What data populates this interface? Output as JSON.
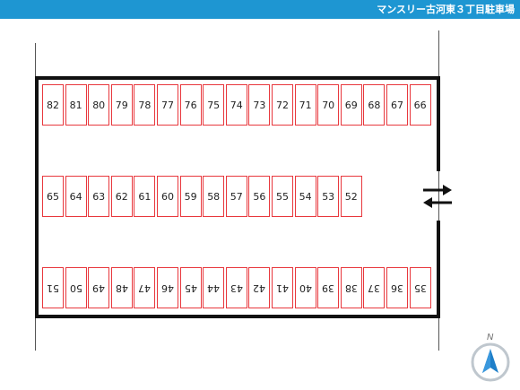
{
  "header": {
    "title": "マンスリー古河東３丁目駐車場"
  },
  "colors": {
    "header_bg": "#1e96d2",
    "stall_border": "#e8383d",
    "lot_border": "#111111"
  },
  "stalls": {
    "top_row": [
      "82",
      "81",
      "80",
      "79",
      "78",
      "77",
      "76",
      "75",
      "74",
      "73",
      "72",
      "71",
      "70",
      "69",
      "68",
      "67",
      "66"
    ],
    "middle_row": [
      "65",
      "64",
      "63",
      "62",
      "61",
      "60",
      "59",
      "58",
      "57",
      "56",
      "55",
      "54",
      "53",
      "52"
    ],
    "bottom_row": [
      "51",
      "50",
      "49",
      "48",
      "47",
      "46",
      "45",
      "44",
      "43",
      "42",
      "41",
      "40",
      "39",
      "38",
      "37",
      "36",
      "35"
    ]
  },
  "entrance": {
    "icon": "two-way-arrows-icon"
  },
  "compass": {
    "label": "N",
    "icon": "north-arrow-icon"
  }
}
